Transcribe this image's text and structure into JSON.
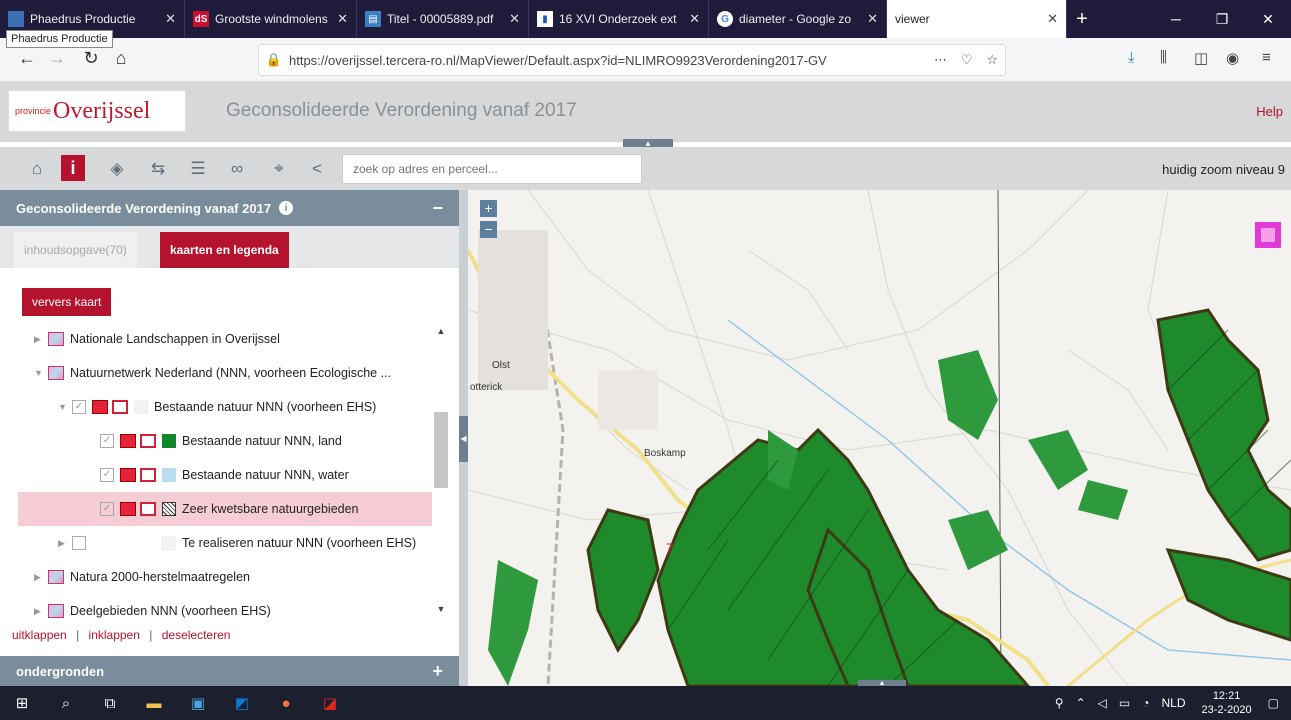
{
  "browser": {
    "tabs": [
      {
        "label": "Phaedrus Productie",
        "icon": "page-icon"
      },
      {
        "label": "Grootste windmolens",
        "icon": "ds-icon"
      },
      {
        "label": "Titel - 00005889.pdf",
        "icon": "pdf-tab-icon"
      },
      {
        "label": "16 XVI Onderzoek ext",
        "icon": "doc-tab-icon"
      },
      {
        "label": "diameter - Google zo",
        "icon": "google-icon"
      },
      {
        "label": "viewer",
        "icon": ""
      }
    ],
    "active_tab": 5,
    "tooltip": "Phaedrus Productie",
    "url": "https://overijssel.tercera-ro.nl/MapViewer/Default.aspx?id=NLIMRO9923Verordening2017-GV"
  },
  "app": {
    "logo_small": "provincie",
    "logo_big": "Overijssel",
    "title": "Geconsolideerde Verordening vanaf 2017",
    "help": "Help"
  },
  "toolbar": {
    "search_placeholder": "zoek op adres en perceel...",
    "zoom_text": "huidig zoom niveau 9"
  },
  "sidebar": {
    "title": "Geconsolideerde Verordening vanaf 2017",
    "tab_inhoud": "inhoudsopgave(70)",
    "tab_kaarten": "kaarten en legenda",
    "refresh_button": "ververs kaart",
    "layers": [
      {
        "label": "Nationale Landschappen in Overijssel"
      },
      {
        "label": "Natuurnetwerk Nederland (NNN, voorheen Ecologische ..."
      },
      {
        "label": "Bestaande natuur NNN (voorheen EHS)"
      },
      {
        "label": "Bestaande natuur NNN, land"
      },
      {
        "label": "Bestaande natuur NNN, water"
      },
      {
        "label": "Zeer kwetsbare natuurgebieden"
      },
      {
        "label": "Te realiseren natuur NNN (voorheen EHS)"
      },
      {
        "label": "Natura 2000-herstelmaatregelen"
      },
      {
        "label": "Deelgebieden NNN (voorheen EHS)"
      }
    ],
    "links": {
      "expand": "uitklappen",
      "collapse": "inklappen",
      "deselect": "deselecteren",
      "separator": "|"
    },
    "basemaps": "ondergronden"
  },
  "map": {
    "labels": {
      "olst": "Olst",
      "wesepe": "otterick",
      "boskamp": "Boskamp",
      "road_number": "7"
    },
    "colors": {
      "nature": "#1e8a2c",
      "boundary": "#3d3a14",
      "road": "#f2df8a",
      "water": "#8ec5ea"
    }
  },
  "taskbar": {
    "language": "NLD",
    "time": "12:21",
    "date": "23-2-2020"
  },
  "colors": {
    "accent": "#b5122e",
    "panel": "#7a8d9c",
    "header_bg": "#d6d8da",
    "titlebar": "#1f1b3a"
  }
}
